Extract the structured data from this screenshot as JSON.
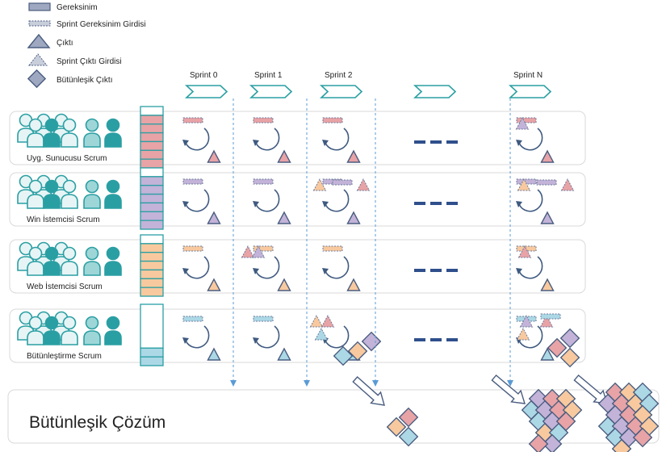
{
  "legend": {
    "requirement": "Gereksinim",
    "sprint_requirement_input": "Sprint Gereksinim Girdisi",
    "output": "Çıktı",
    "sprint_output_input": "Sprint Çıktı Girdisi",
    "integrated_output": "Bütünleşik Çıktı"
  },
  "sprints": [
    "Sprint 0",
    "Sprint 1",
    "Sprint 2",
    "",
    "Sprint N"
  ],
  "teams": [
    {
      "label": "Uyg. Sunucusu Scrum",
      "color_key": "red"
    },
    {
      "label": "Win İstemcisi Scrum",
      "color_key": "purple"
    },
    {
      "label": "Web İstemcisi Scrum",
      "color_key": "orange"
    },
    {
      "label": "Bütünleştirme Scrum",
      "color_key": "blue"
    }
  ],
  "ellipsis": "- - -",
  "solution_label": "Bütünleşik Çözüm",
  "colors": {
    "red": "#e8a3a6",
    "purple": "#c3b3d8",
    "orange": "#f8c99e",
    "blue": "#acd8e6",
    "gray": "#9ea8c0",
    "stroke": "#4a5d80",
    "teal": "#2a9fa3",
    "dashline": "#5b9bd5",
    "row_border": "#d9d9d9",
    "ellipsis": "#2f4f8c"
  }
}
